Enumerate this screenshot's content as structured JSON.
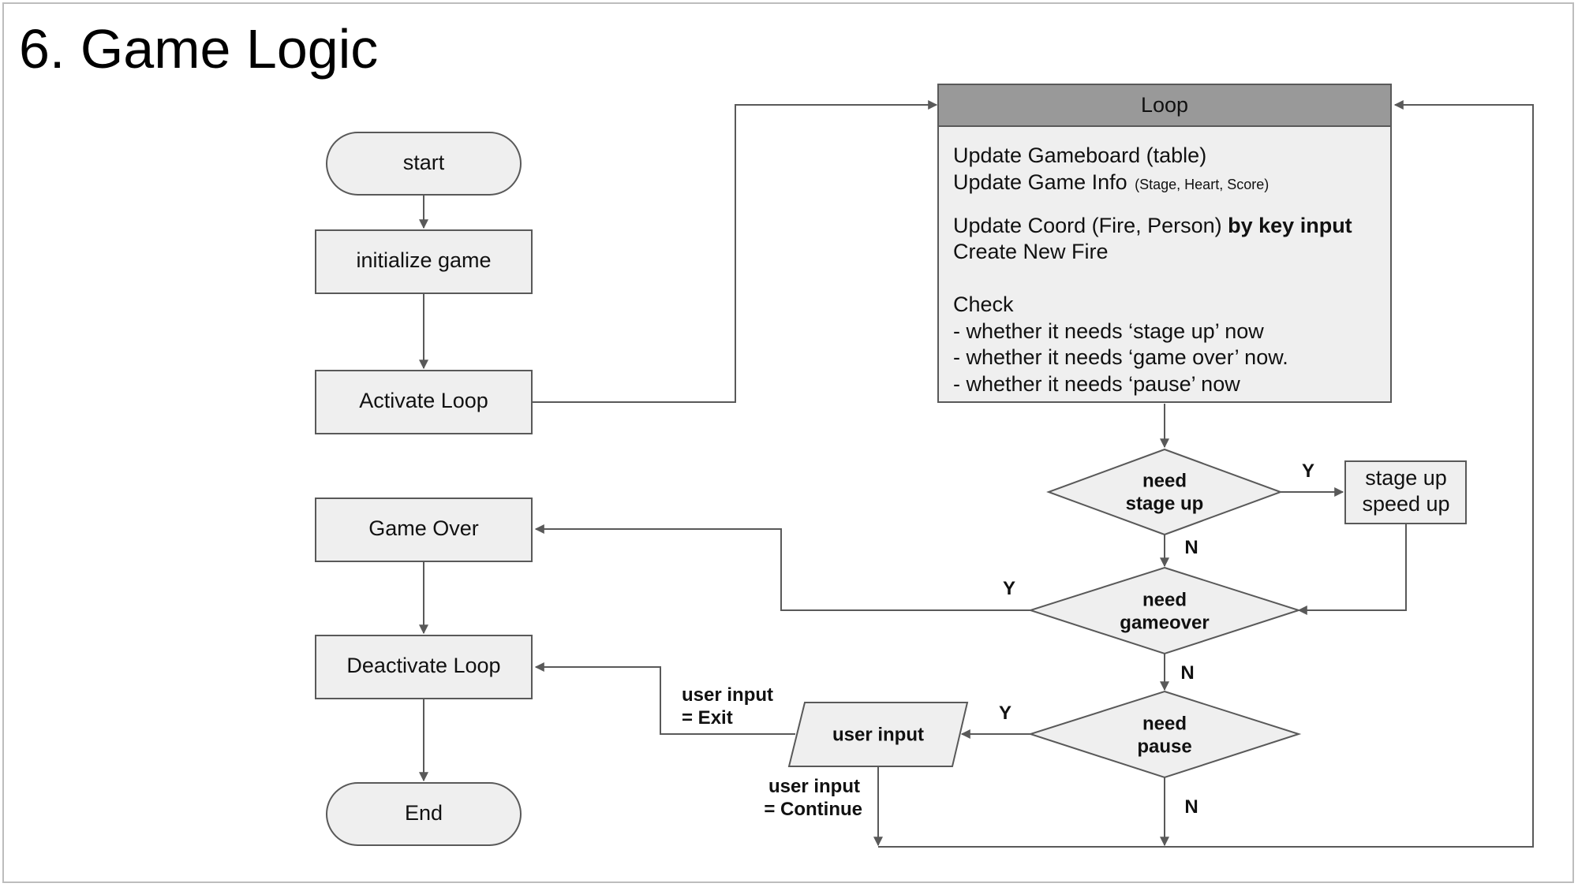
{
  "title": "6. Game Logic",
  "nodes": {
    "start": "start",
    "init": "initialize game",
    "activate": "Activate Loop",
    "gameover": "Game Over",
    "deactivate": "Deactivate Loop",
    "end": "End",
    "loop": {
      "header": "Loop",
      "line1": "Update Gameboard (table)",
      "line2_main": "Update Game Info ",
      "line2_small": "(Stage, Heart, Score)",
      "line3_main": "Update Coord (Fire, Person) ",
      "line3_bold": "by key input",
      "line4": "Create New Fire",
      "line5": "Check",
      "line6": "- whether it needs ‘stage up’ now",
      "line7": "- whether it needs ‘game over’ now.",
      "line8": "- whether it needs ‘pause’ now"
    },
    "d_stageup": {
      "line1": "need",
      "line2": "stage up"
    },
    "stageup_box": {
      "line1": "stage up",
      "line2": "speed up"
    },
    "d_gameover": {
      "line1": "need",
      "line2": "gameover"
    },
    "d_pause": {
      "line1": "need",
      "line2": "pause"
    },
    "user_input": "user input"
  },
  "edge_labels": {
    "stageup_yes": "Y",
    "stageup_no": "N",
    "gameover_yes": "Y",
    "gameover_no": "N",
    "pause_yes": "Y",
    "pause_no": "N",
    "exit_line1": "user input",
    "exit_line2": "= Exit",
    "continue_line1": "user input",
    "continue_line2": "= Continue"
  }
}
